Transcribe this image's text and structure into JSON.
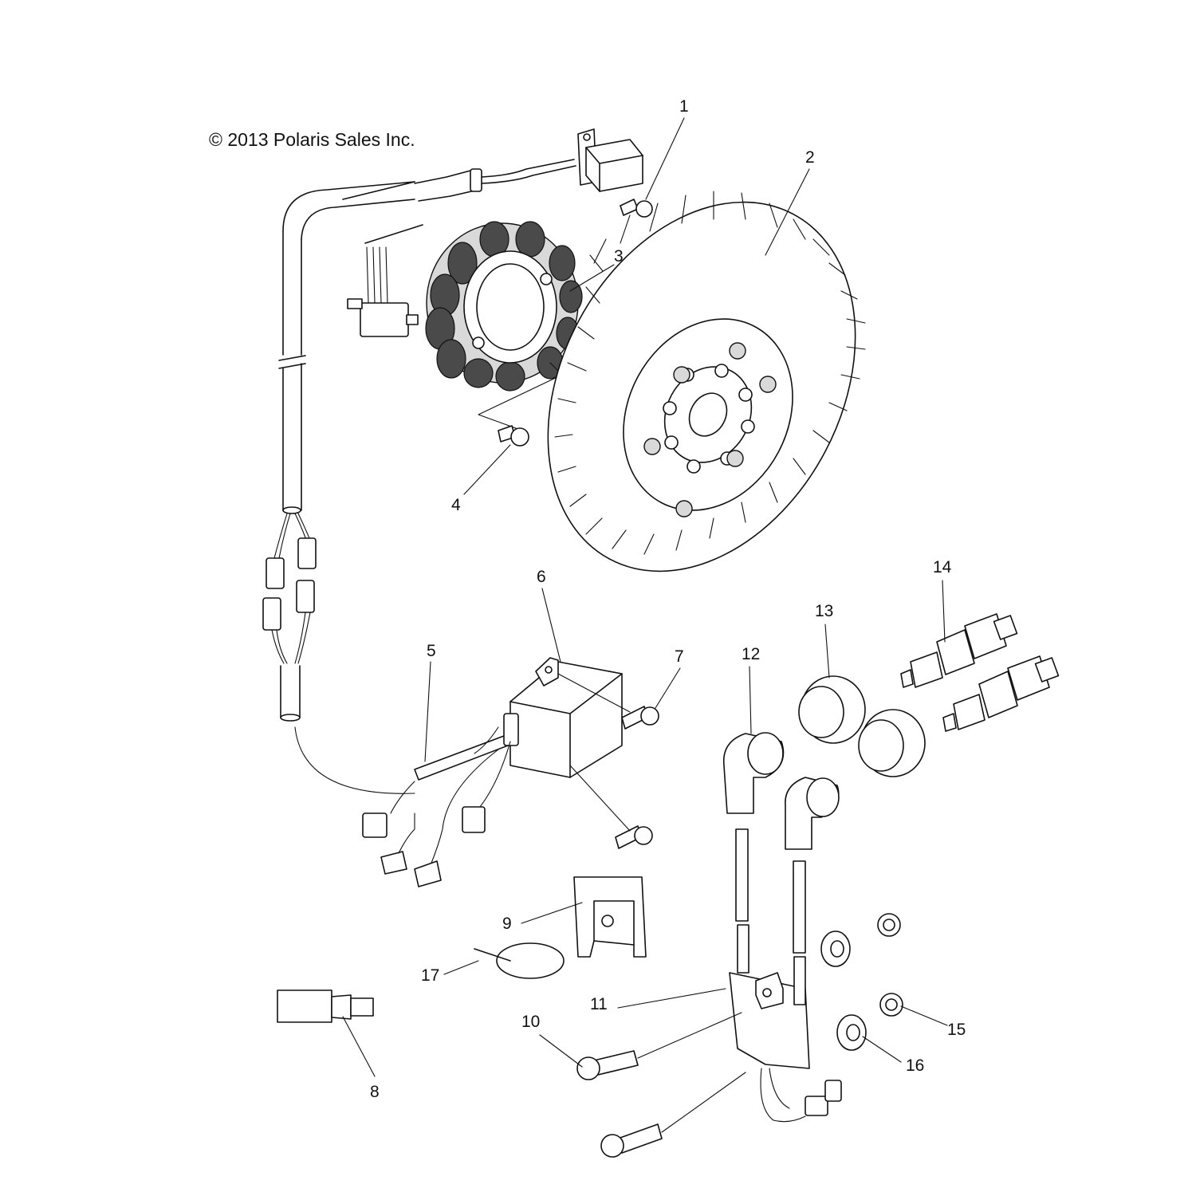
{
  "document": {
    "copyright": "© 2013 Polaris Sales Inc."
  },
  "callouts": [
    "1",
    "2",
    "3",
    "4",
    "5",
    "6",
    "7",
    "8",
    "9",
    "10",
    "11",
    "12",
    "13",
    "14",
    "15",
    "16",
    "17"
  ],
  "colors": {
    "ink": "#111111",
    "paper": "#ffffff",
    "shade": "#d9d9d9"
  }
}
